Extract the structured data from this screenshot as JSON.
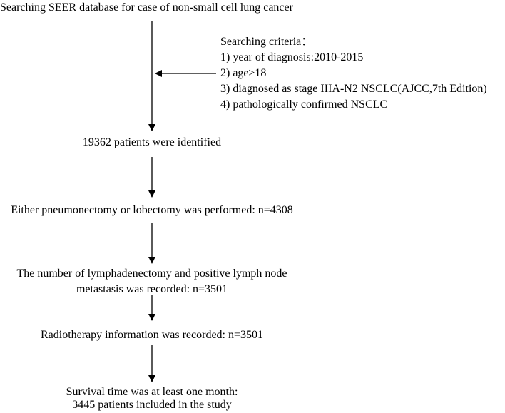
{
  "steps": [
    "Searching SEER database for case of non-small cell lung cancer",
    "19362 patients were identified",
    "Either pneumonectomy or lobectomy was performed: n=4308",
    {
      "line1": "The number of lymphadenectomy and positive lymph node",
      "line2": "metastasis was recorded: n=3501"
    },
    "Radiotherapy information was recorded: n=3501",
    {
      "line1": "Survival time was at least one month:",
      "line2": "3445 patients included in the study"
    }
  ],
  "criteria": {
    "title": "Searching criteria：",
    "items": [
      "1) year of diagnosis:2010-2015",
      "2) age≥18",
      "3) diagnosed as stage IIIA-N2 NSCLC(AJCC,7th Edition)",
      "4) pathologically confirmed NSCLC"
    ]
  }
}
